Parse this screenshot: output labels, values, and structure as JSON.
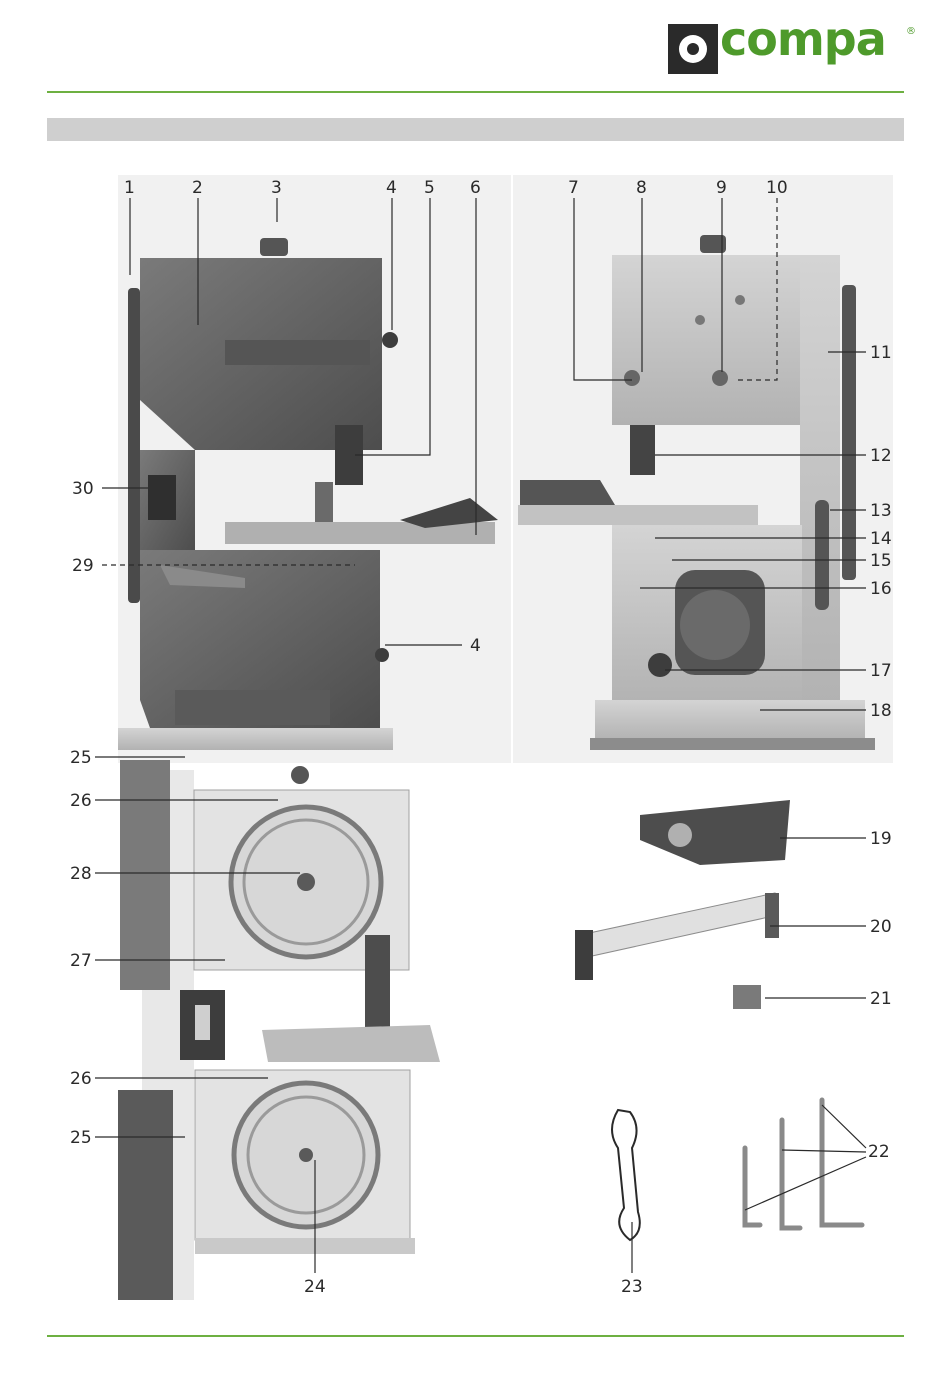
{
  "brand": {
    "name": "compa",
    "mark": "®",
    "color": "#4e9a2b",
    "logo_icon": "compa-logo-icon"
  },
  "callouts": [
    "1",
    "2",
    "3",
    "4",
    "5",
    "6",
    "7",
    "8",
    "9",
    "10",
    "11",
    "12",
    "13",
    "14",
    "15",
    "16",
    "17",
    "18",
    "19",
    "20",
    "21",
    "22",
    "23",
    "24",
    "25",
    "26",
    "27",
    "28",
    "29",
    "30"
  ],
  "colors": {
    "rule": "#6db041",
    "header_bar": "#cfcfcf",
    "machine_body": "#6a6a6a",
    "machine_light": "#bdbdbd"
  }
}
